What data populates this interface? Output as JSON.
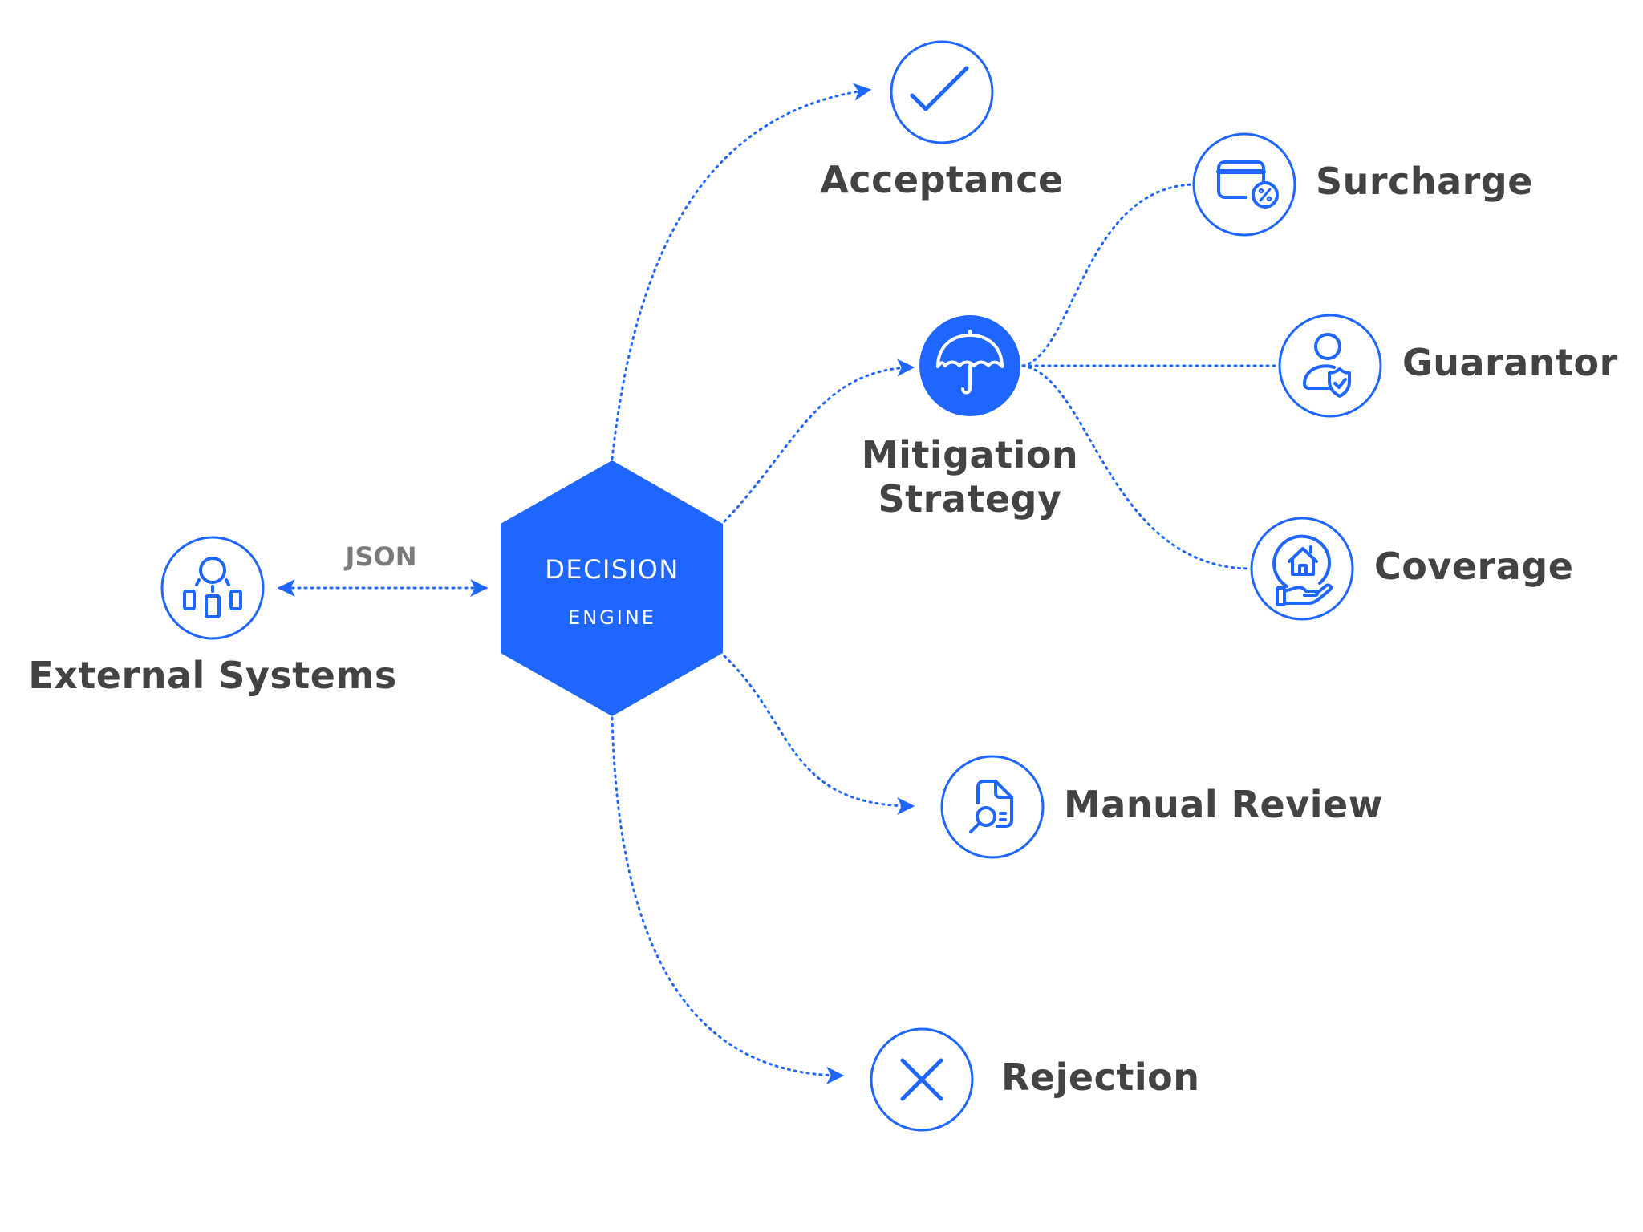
{
  "colors": {
    "accent": "#1f66ff",
    "text": "#434343",
    "muted_text": "#7a7a7a",
    "background": "#ffffff"
  },
  "center_node": {
    "line1": "DECISION",
    "line2": "ENGINE",
    "shape": "hexagon"
  },
  "external": {
    "label": "External Systems",
    "icon": "org-network-icon",
    "connection_label": "JSON",
    "connection": "bidirectional"
  },
  "outcomes": [
    {
      "id": "acceptance",
      "label": "Acceptance",
      "icon": "checkmark-icon"
    },
    {
      "id": "mitigation",
      "label_line1": "Mitigation",
      "label_line2": "Strategy",
      "icon": "umbrella-icon",
      "filled": true
    },
    {
      "id": "manual-review",
      "label": "Manual Review",
      "icon": "document-search-icon"
    },
    {
      "id": "rejection",
      "label": "Rejection",
      "icon": "x-icon"
    }
  ],
  "mitigation_options": [
    {
      "id": "surcharge",
      "label": "Surcharge",
      "icon": "credit-card-percent-icon"
    },
    {
      "id": "guarantor",
      "label": "Guarantor",
      "icon": "user-shield-icon"
    },
    {
      "id": "coverage",
      "label": "Coverage",
      "icon": "hand-house-icon"
    }
  ]
}
